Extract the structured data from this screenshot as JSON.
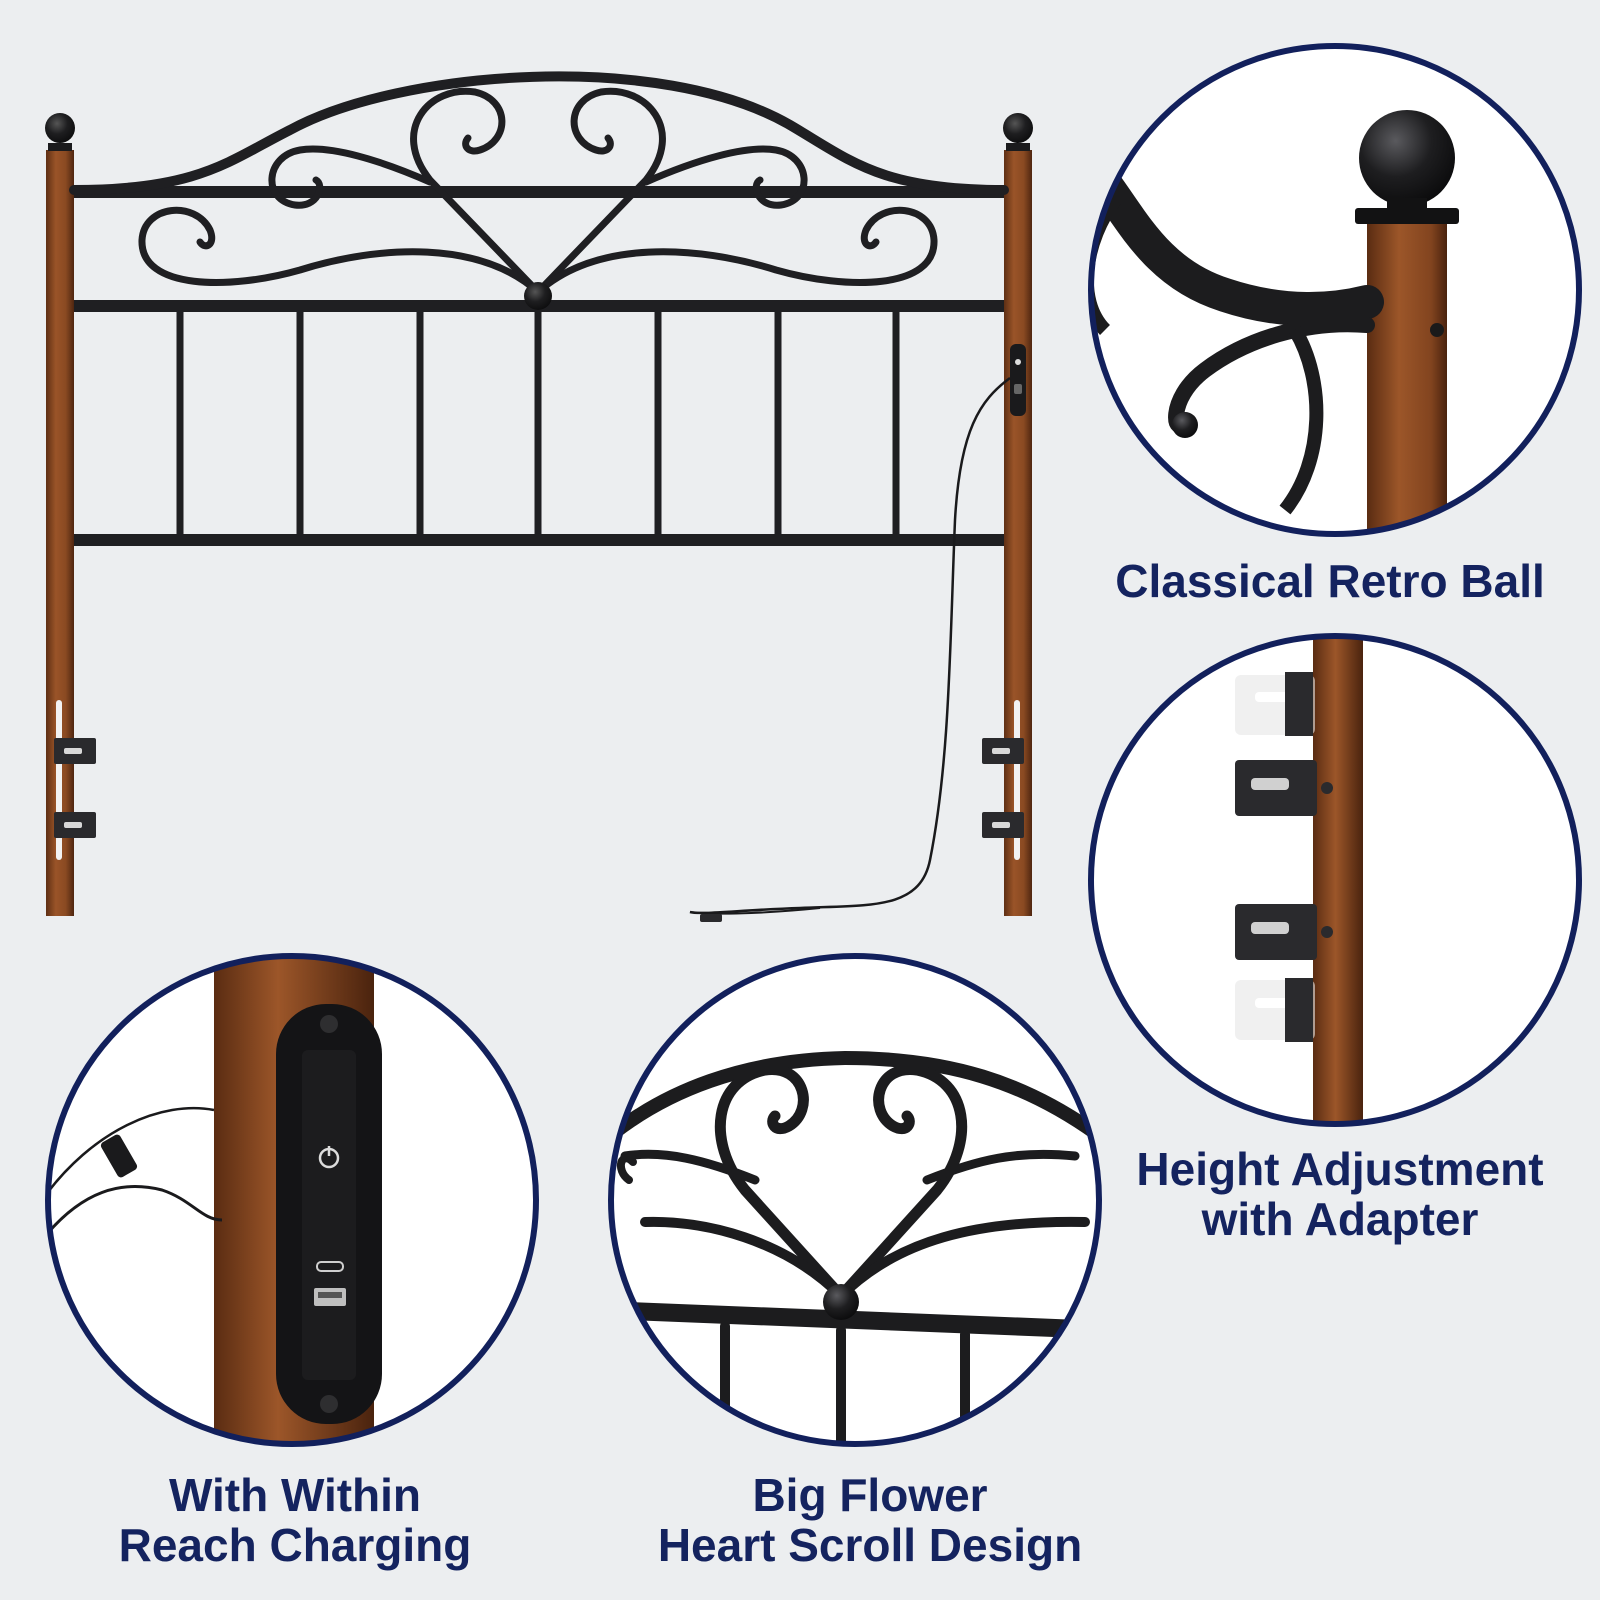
{
  "colors": {
    "background": "#eceef0",
    "caption_text": "#14235f",
    "circle_border": "#12205c",
    "metal": "#1f1f22",
    "wood": "#8a4a22",
    "wood_dark": "#5e2f14"
  },
  "callouts": [
    {
      "id": "retro-ball",
      "icon": "retro-ball-icon",
      "lines": [
        "Classical Retro Ball"
      ]
    },
    {
      "id": "height-adjustment",
      "icon": "height-bracket-icon",
      "lines": [
        "Height Adjustment",
        "with Adapter"
      ]
    },
    {
      "id": "charging",
      "icon": "charging-port-icon",
      "lines": [
        "With Within",
        "Reach Charging"
      ]
    },
    {
      "id": "heart-scroll",
      "icon": "heart-scroll-icon",
      "lines": [
        "Big Flower",
        "Heart Scroll Design"
      ]
    }
  ]
}
